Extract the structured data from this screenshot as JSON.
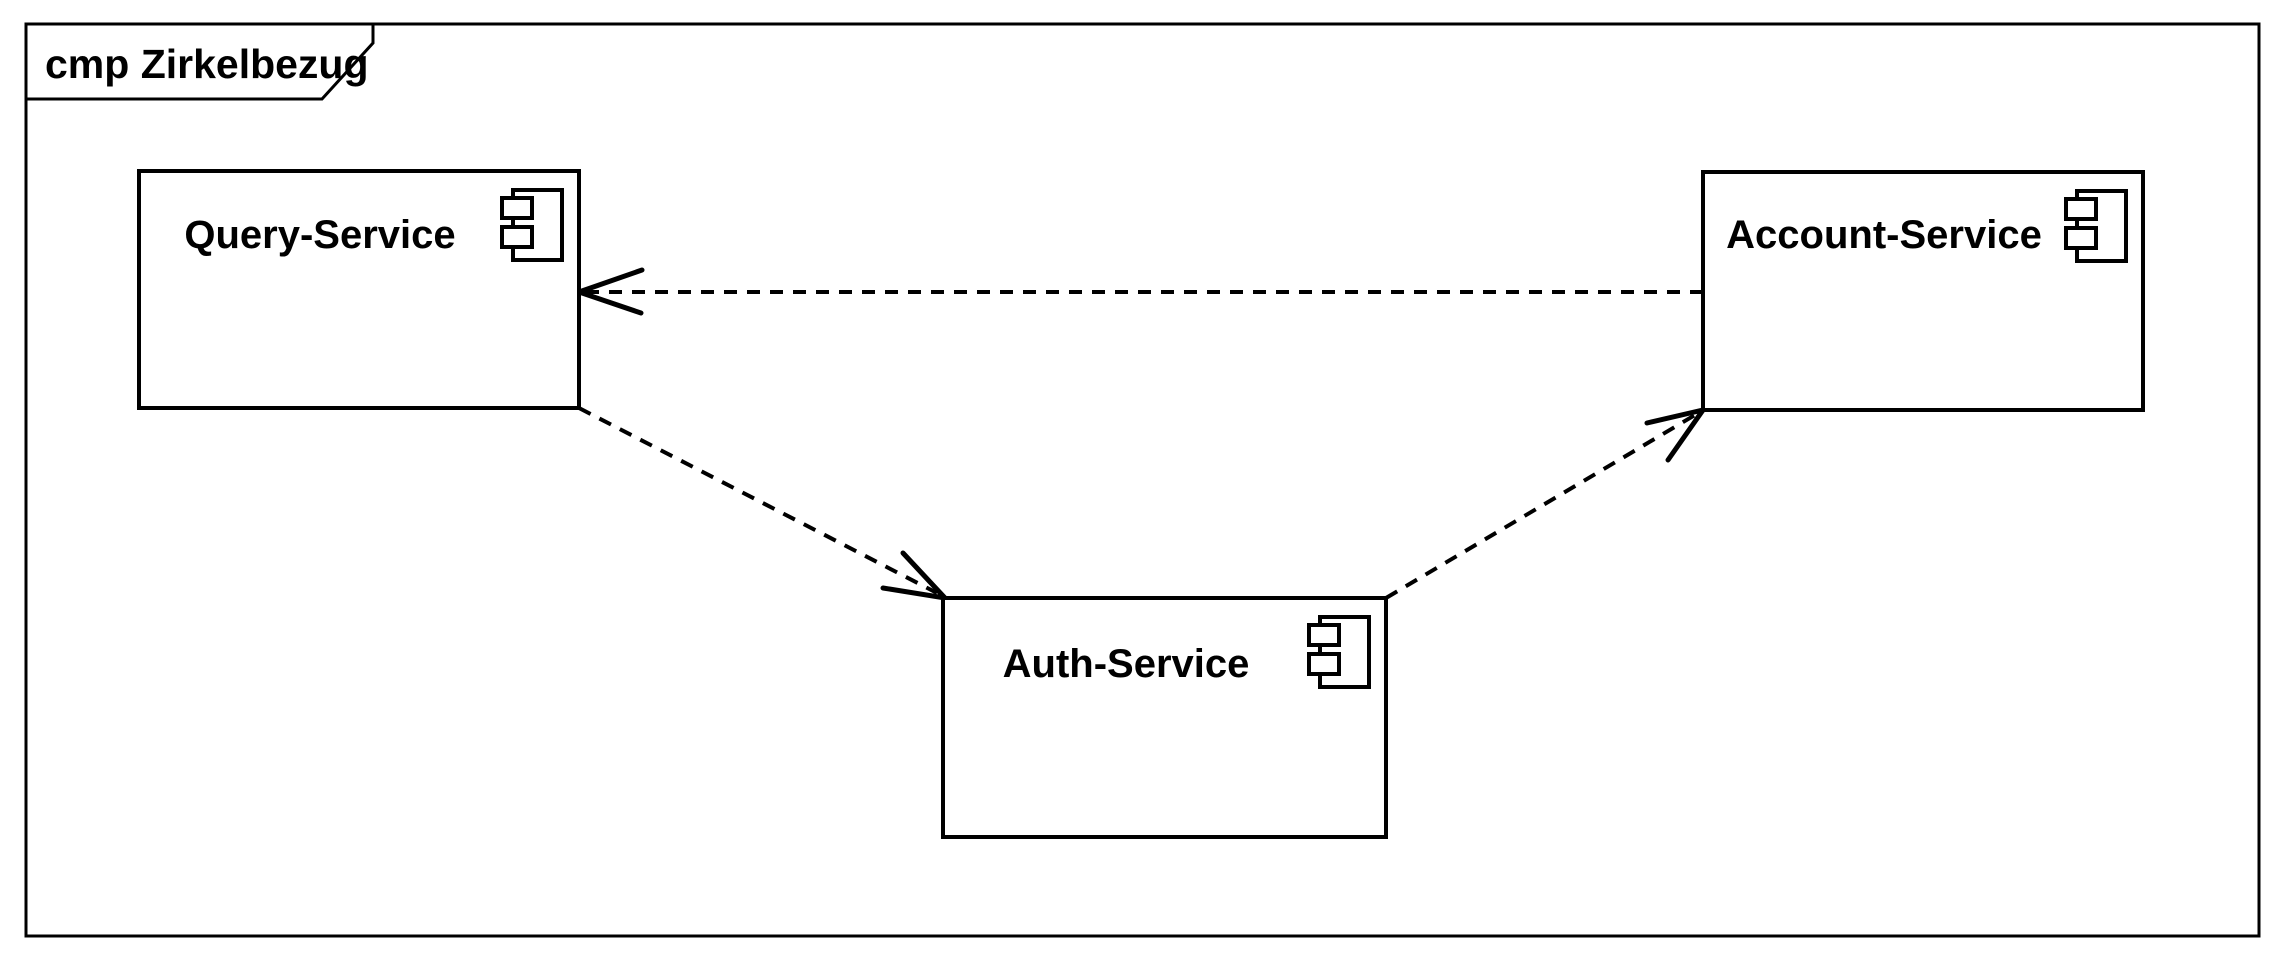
{
  "diagram": {
    "kind": "uml-component-diagram",
    "frame_label": "cmp Zirkelbezug",
    "components": {
      "query": {
        "label": "Query-Service"
      },
      "account": {
        "label": "Account-Service"
      },
      "auth": {
        "label": "Auth-Service"
      }
    },
    "relations": [
      {
        "from": "Account-Service",
        "to": "Query-Service",
        "line": "dashed",
        "arrowhead": "open"
      },
      {
        "from": "Query-Service",
        "to": "Auth-Service",
        "line": "dashed",
        "arrowhead": "open"
      },
      {
        "from": "Auth-Service",
        "to": "Account-Service",
        "line": "dashed",
        "arrowhead": "open"
      }
    ],
    "colors": {
      "line": "#000000",
      "background": "#ffffff"
    }
  }
}
